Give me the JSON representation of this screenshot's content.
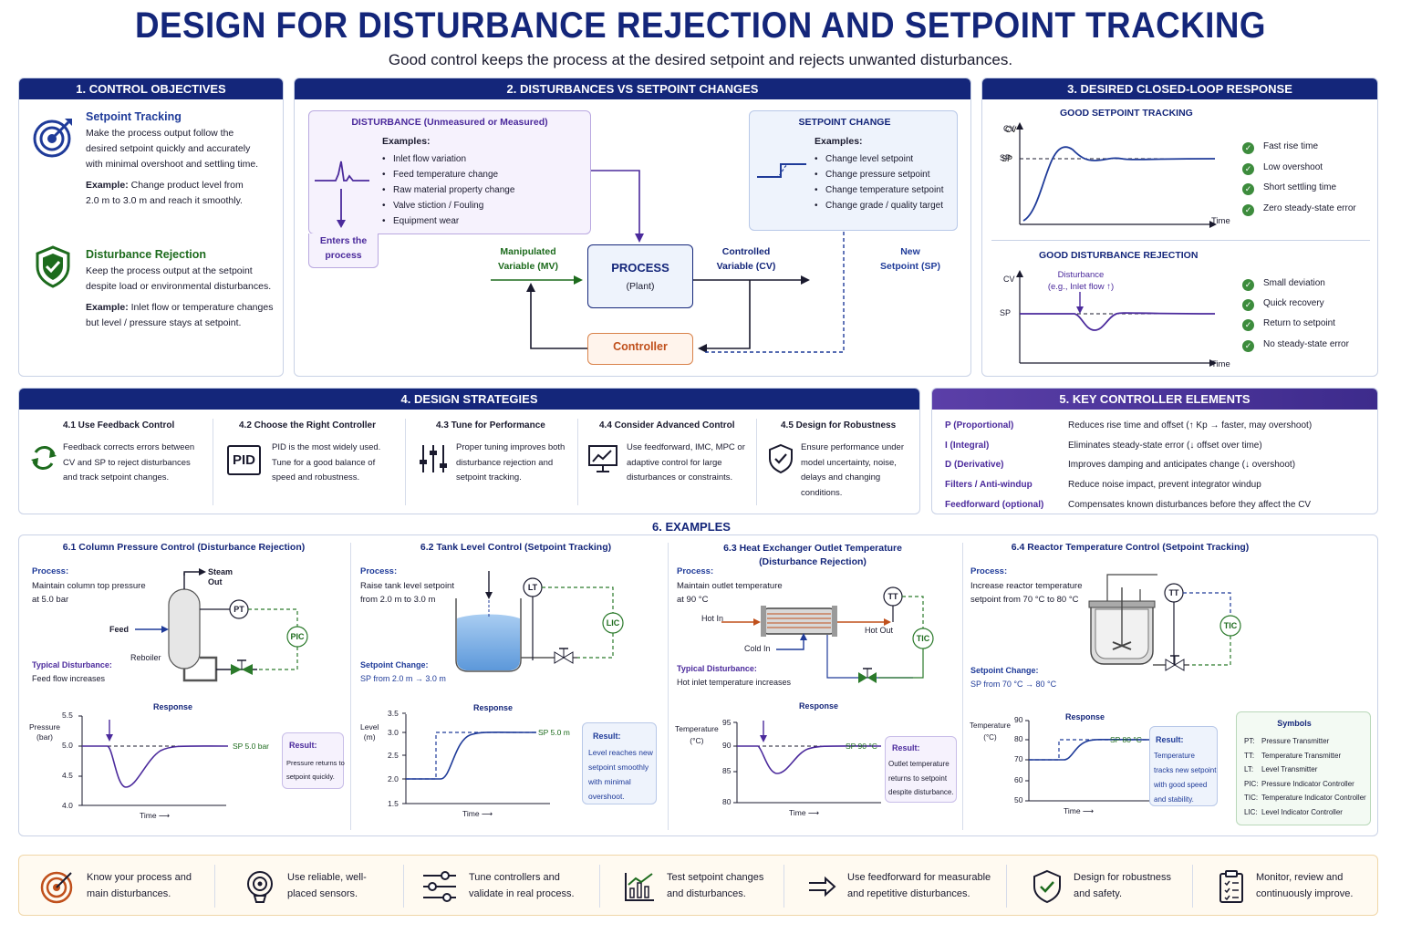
{
  "title": "DESIGN FOR DISTURBANCE REJECTION AND SETPOINT TRACKING",
  "subtitle": "Good control keeps the process at the desired setpoint and rejects unwanted disturbances.",
  "s1": {
    "header": "1. CONTROL OBJECTIVES",
    "sp_title": "Setpoint Tracking",
    "sp_l1": "Make the process output follow the",
    "sp_l2": "desired setpoint quickly and accurately",
    "sp_l3": "with minimal overshoot and settling time.",
    "sp_ex_label": "Example:",
    "sp_ex1": " Change product level from",
    "sp_ex2": "2.0 m to 3.0 m and reach it smoothly.",
    "dr_title": "Disturbance Rejection",
    "dr_l1": "Keep the process output at the setpoint",
    "dr_l2": "despite load or environmental disturbances.",
    "dr_ex_label": "Example:",
    "dr_ex1": " Inlet flow or temperature changes",
    "dr_ex2": "but level / pressure stays at setpoint."
  },
  "s2": {
    "header": "2. DISTURBANCES VS SETPOINT CHANGES",
    "dist_title": "DISTURBANCE (Unmeasured or Measured)",
    "dist_examples": "Examples:",
    "dist_items": [
      "Inlet flow variation",
      "Feed temperature change",
      "Raw material property change",
      "Valve stiction / Fouling",
      "Equipment wear"
    ],
    "enters1": "Enters the",
    "enters2": "process",
    "sp_title": "SETPOINT CHANGE",
    "sp_examples": "Examples:",
    "sp_items": [
      "Change level setpoint",
      "Change pressure setpoint",
      "Change temperature setpoint",
      "Change grade / quality target"
    ],
    "mv1": "Manipulated",
    "mv2": "Variable (MV)",
    "process1": "PROCESS",
    "process2": "(Plant)",
    "cv1": "Controlled",
    "cv2": "Variable (CV)",
    "nsp1": "New",
    "nsp2": "Setpoint (SP)",
    "controller": "Controller"
  },
  "s3": {
    "header": "3. DESIRED CLOSED-LOOP RESPONSE",
    "track_title": "GOOD SETPOINT TRACKING",
    "cv": "CV",
    "sp": "SP",
    "time": "Time",
    "track_checks": [
      "Fast rise time",
      "Low overshoot",
      "Short settling time",
      "Zero steady-state error"
    ],
    "rej_title": "GOOD DISTURBANCE REJECTION",
    "dist1": "Disturbance",
    "dist2": "(e.g., Inlet flow ↑)",
    "rej_checks": [
      "Small deviation",
      "Quick recovery",
      "Return to setpoint",
      "No steady-state error"
    ]
  },
  "s4": {
    "header": "4. DESIGN STRATEGIES",
    "items": [
      {
        "title": "4.1 Use Feedback Control",
        "l1": "Feedback corrects errors between",
        "l2": "CV and SP to reject disturbances",
        "l3": "and track setpoint changes."
      },
      {
        "title": "4.2 Choose the Right Controller",
        "l1": "PID is the most widely used.",
        "l2": "Tune for a good balance of",
        "l3": "speed and robustness.",
        "icon_text": "PID"
      },
      {
        "title": "4.3 Tune for Performance",
        "l1": "Proper tuning improves both",
        "l2": "disturbance rejection and",
        "l3": "setpoint tracking."
      },
      {
        "title": "4.4 Consider Advanced Control",
        "l1": "Use feedforward, IMC, MPC or",
        "l2": "adaptive control for large",
        "l3": "disturbances or constraints."
      },
      {
        "title": "4.5 Design for Robustness",
        "l1": "Ensure performance under",
        "l2": "model uncertainty, noise,",
        "l3": "delays and changing conditions."
      }
    ]
  },
  "s5": {
    "header": "5. KEY CONTROLLER ELEMENTS",
    "rows": [
      {
        "k": "P (Proportional)",
        "v": "Reduces rise time and offset (↑ Kp → faster, may overshoot)"
      },
      {
        "k": "I (Integral)",
        "v": "Eliminates steady-state error (↓ offset over time)"
      },
      {
        "k": "D (Derivative)",
        "v": "Improves damping and anticipates change (↓ overshoot)"
      },
      {
        "k": "Filters / Anti-windup",
        "v": "Reduce noise impact, prevent integrator windup"
      },
      {
        "k": "Feedforward (optional)",
        "v": "Compensates known disturbances before they affect the CV"
      }
    ]
  },
  "s6": {
    "header": "6. EXAMPLES",
    "ex1": {
      "title": "6.1 Column Pressure Control (Disturbance Rejection)",
      "proc": "Process:",
      "p1": "Maintain column top pressure",
      "p2": "at 5.0 bar",
      "steam1": "Steam",
      "steam2": "Out",
      "feed": "Feed",
      "reboiler": "Reboiler",
      "pt": "PT",
      "pic": "PIC",
      "td": "Typical Disturbance:",
      "td1": "Feed flow increases",
      "resp": "Response",
      "ylab1": "Pressure",
      "ylab2": "(bar)",
      "ticks": [
        "5.5",
        "5.0",
        "4.5",
        "4.0"
      ],
      "sp": "SP 5.0 bar",
      "time": "Time ⟶",
      "res": "Result:",
      "r1": "Pressure returns to",
      "r2": "setpoint quickly."
    },
    "ex2": {
      "title": "6.2 Tank Level Control (Setpoint Tracking)",
      "proc": "Process:",
      "p1": "Raise tank level setpoint",
      "p2": "from 2.0 m to 3.0 m",
      "lt": "LT",
      "lic": "LIC",
      "sc": "Setpoint Change:",
      "sc1": "SP from 2.0 m → 3.0 m",
      "resp": "Response",
      "ylab1": "Level",
      "ylab2": "(m)",
      "ticks": [
        "3.5",
        "3.0",
        "2.5",
        "2.0",
        "1.5"
      ],
      "sp": "SP 5.0 m",
      "time": "Time ⟶",
      "res": "Result:",
      "r1": "Level reaches new",
      "r2": "setpoint smoothly",
      "r3": "with minimal",
      "r4": "overshoot."
    },
    "ex3": {
      "title": "6.3 Heat Exchanger Outlet Temperature",
      "title2": "(Disturbance Rejection)",
      "proc": "Process:",
      "p1": "Maintain outlet temperature",
      "p2": "at 90 °C",
      "hotin": "Hot In",
      "hotout": "Hot Out",
      "coldin": "Cold In",
      "tt": "TT",
      "tic": "TIC",
      "td": "Typical Disturbance:",
      "td1": "Hot inlet temperature increases",
      "resp": "Response",
      "ylab1": "Temperature",
      "ylab2": "(°C)",
      "ticks": [
        "95",
        "90",
        "85",
        "80"
      ],
      "sp": "SP 90 °C",
      "time": "Time ⟶",
      "res": "Result:",
      "r1": "Outlet temperature",
      "r2": "returns to setpoint",
      "r3": "despite disturbance."
    },
    "ex4": {
      "title": "6.4 Reactor Temperature Control (Setpoint Tracking)",
      "proc": "Process:",
      "p1": "Increase reactor temperature",
      "p2": "setpoint from 70 °C to 80 °C",
      "tt": "TT",
      "tic": "TIC",
      "sc": "Setpoint Change:",
      "sc1": "SP from 70 °C → 80 °C",
      "resp": "Response",
      "ylab1": "Temperature",
      "ylab2": "(°C)",
      "ticks": [
        "90",
        "80",
        "70",
        "60",
        "50"
      ],
      "sp": "SP 80 °C",
      "time": "Time ⟶",
      "res": "Result:",
      "r1": "Temperature",
      "r2": "tracks new setpoint",
      "r3": "with good speed",
      "r4": "and stability."
    },
    "symbols": {
      "title": "Symbols",
      "rows": [
        {
          "k": "PT:",
          "v": "Pressure Transmitter"
        },
        {
          "k": "TT:",
          "v": "Temperature Transmitter"
        },
        {
          "k": "LT:",
          "v": "Level Transmitter"
        },
        {
          "k": "PIC:",
          "v": "Pressure Indicator Controller"
        },
        {
          "k": "TIC:",
          "v": "Temperature Indicator Controller"
        },
        {
          "k": "LIC:",
          "v": "Level Indicator Controller"
        }
      ]
    }
  },
  "footer": [
    {
      "l1": "Know your process and",
      "l2": "main disturbances.",
      "icon": "target-icon"
    },
    {
      "l1": "Use reliable, well-",
      "l2": "placed sensors.",
      "icon": "sensor-icon"
    },
    {
      "l1": "Tune controllers and",
      "l2": "validate in real process.",
      "icon": "sliders-icon"
    },
    {
      "l1": "Test setpoint changes",
      "l2": "and disturbances.",
      "icon": "chart-icon"
    },
    {
      "l1": "Use feedforward for measurable",
      "l2": "and repetitive disturbances.",
      "icon": "arrow-icon"
    },
    {
      "l1": "Design for robustness",
      "l2": "and safety.",
      "icon": "shield-icon"
    },
    {
      "l1": "Monitor, review and",
      "l2": "continuously improve.",
      "icon": "clipboard-icon"
    }
  ],
  "colors": {
    "navy": "#14267a",
    "purple": "#4b2a9c",
    "green": "#1d6b1d",
    "orange": "#c0501c"
  }
}
